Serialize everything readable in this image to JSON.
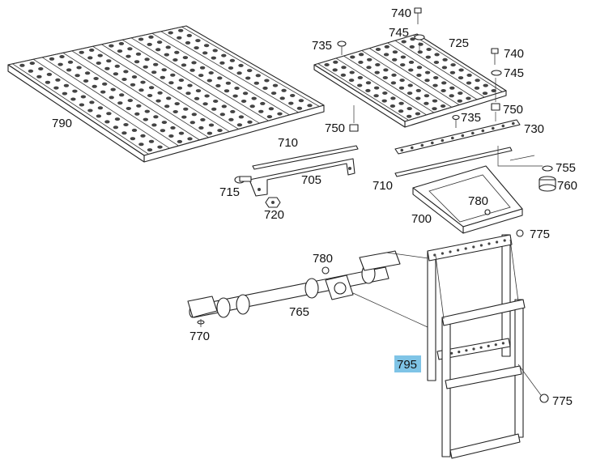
{
  "labels": {
    "l740a": "740",
    "l745a": "745",
    "l735a": "735",
    "l725": "725",
    "l740b": "740",
    "l745b": "745",
    "l790": "790",
    "l750a": "750",
    "l750b": "750",
    "l735b": "735",
    "l730": "730",
    "l710a": "710",
    "l705": "705",
    "l715": "715",
    "l720": "720",
    "l755": "755",
    "l760": "760",
    "l710b": "710",
    "l780a": "780",
    "l700": "700",
    "l775a": "775",
    "l780b": "780",
    "l765": "765",
    "l770": "770",
    "l795": "795",
    "l775b": "775"
  },
  "highlight": {
    "label": "795",
    "color": "#7fc4e6"
  }
}
